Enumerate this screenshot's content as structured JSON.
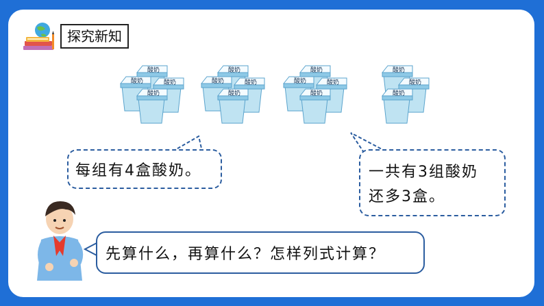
{
  "header": {
    "title": "探究新知",
    "icon": "books-globe-icon"
  },
  "yogurt": {
    "label": "酸奶",
    "groups": 3,
    "per_group": 4,
    "extra": 3
  },
  "speech": {
    "left": "每组有4盒酸奶。",
    "right_line1": "一共有3组酸奶",
    "right_line2": "还多3盒。",
    "question": "先算什么，再算什么？怎样列式计算？"
  },
  "colors": {
    "background": "#1f6fd6",
    "bubble_border": "#2a5c9f",
    "cup": "#bfe3f2",
    "cup_shade": "#8ec9e6"
  }
}
